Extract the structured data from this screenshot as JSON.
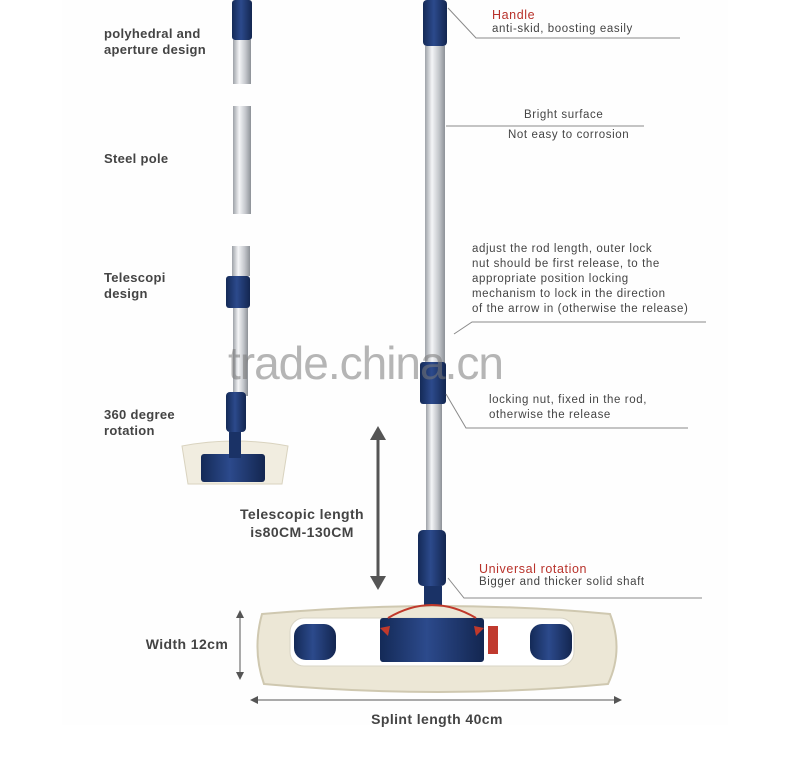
{
  "left_labels": {
    "polyhedral": "polyhedral and aperture design",
    "steel_pole": "Steel pole",
    "telescopic": "Telescopi design",
    "rotation": "360 degree rotation"
  },
  "annotations": {
    "handle_title": "Handle",
    "handle_desc": "anti-skid, boosting easily",
    "bright_surface": "Bright surface",
    "corrosion": "Not easy to corrosion",
    "adjust": [
      "adjust the rod length, outer lock",
      "nut should be first release, to the",
      "appropriate position locking",
      "mechanism to lock in the direction",
      "of the arrow in (otherwise the release)"
    ],
    "locking": [
      "locking nut, fixed in the rod,",
      "otherwise the release"
    ],
    "universal_title": "Universal rotation",
    "universal_desc": "Bigger and thicker solid shaft"
  },
  "dimensions": {
    "telescopic_length": [
      "Telescopic length",
      "is80CM-130CM"
    ],
    "width": "Width 12cm",
    "splint_length": "Splint length 40cm"
  },
  "watermark": "trade.china.cn",
  "colors": {
    "accent_red": "#b8322b",
    "mop_blue": "#1f3a73",
    "pole_silver": "#c9ccd1",
    "cotton": "#ece7d6"
  }
}
